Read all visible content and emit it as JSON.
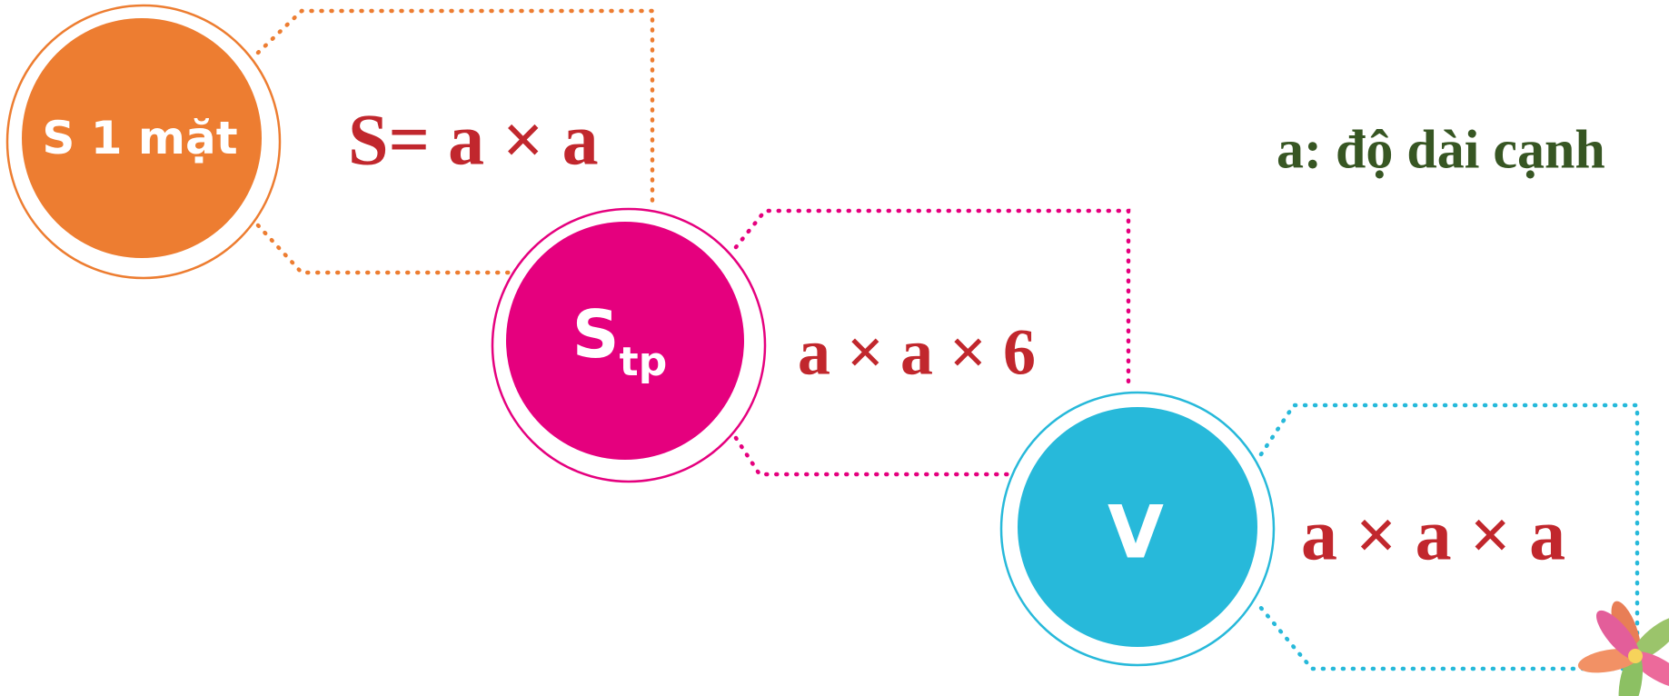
{
  "steps": [
    {
      "label": "S 1 mặt",
      "formula": "S= a × a",
      "color": "#ED7D31"
    },
    {
      "label_main": "S",
      "label_sub": "tp",
      "formula": "a × a × 6",
      "color": "#E5007E"
    },
    {
      "label": "V",
      "formula": "a × a × a",
      "color": "#27B9DA"
    }
  ],
  "note": {
    "text": "a: độ dài cạnh",
    "color": "#375623"
  },
  "formula_color": "#C1272D",
  "decoration_icon": "flower-icon"
}
